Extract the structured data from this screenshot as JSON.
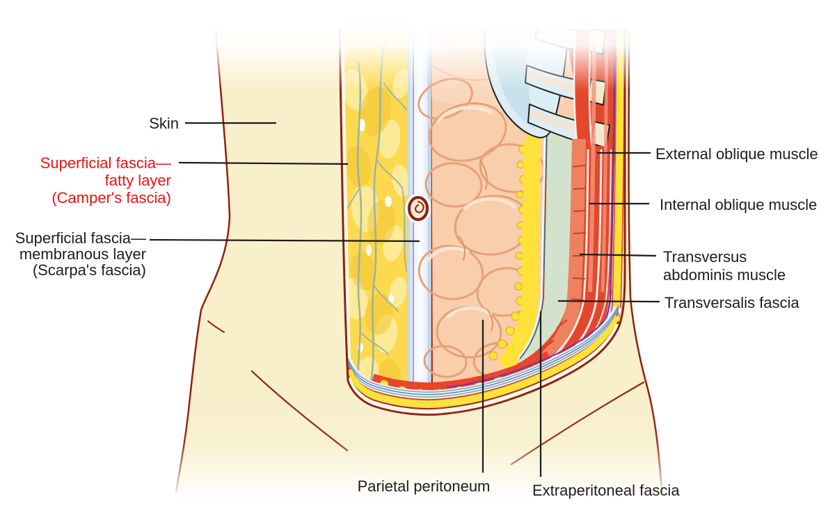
{
  "labels": {
    "skin": {
      "text": "Skin"
    },
    "camper": {
      "line1": "Superficial fascia—",
      "line2": "fatty layer",
      "line3": "(Camper's fascia)"
    },
    "scarpa": {
      "line1": "Superficial fascia—",
      "line2": "membranous layer",
      "line3": "(Scarpa's fascia)"
    },
    "external_oblique": {
      "text": "External oblique muscle"
    },
    "internal_oblique": {
      "text": "Internal oblique muscle"
    },
    "transversus": {
      "line1": "Transversus",
      "line2": "abdominis muscle"
    },
    "transversalis": {
      "text": "Transversalis fascia"
    },
    "parietal_peritoneum": {
      "text": "Parietal peritoneum"
    },
    "extraperitoneal_fascia": {
      "text": "Extraperitoneal fascia"
    }
  },
  "palette": {
    "label_text": "#1d1d1d",
    "highlight_label_red": "#e81414",
    "leader_line": "#1c1c1c",
    "skin_fill": "#f8f0ca",
    "body_outline": "#8e2012",
    "fat_yellow": "#fcd94e",
    "vessel_gray_green": "#96b2a8",
    "membranous_lavender": "#a79ad8",
    "viscera_peach": "#f8ceac",
    "extraperitoneal_yellow": "#ffe139",
    "transversalis_green": "#d2e2cc",
    "muscle_red": "#e5472e",
    "deep_fascia_purple": "#7c2fa9",
    "rib_cartilage_blue": "#dcedf5",
    "rib_cap_cream": "#f0e9cd"
  }
}
